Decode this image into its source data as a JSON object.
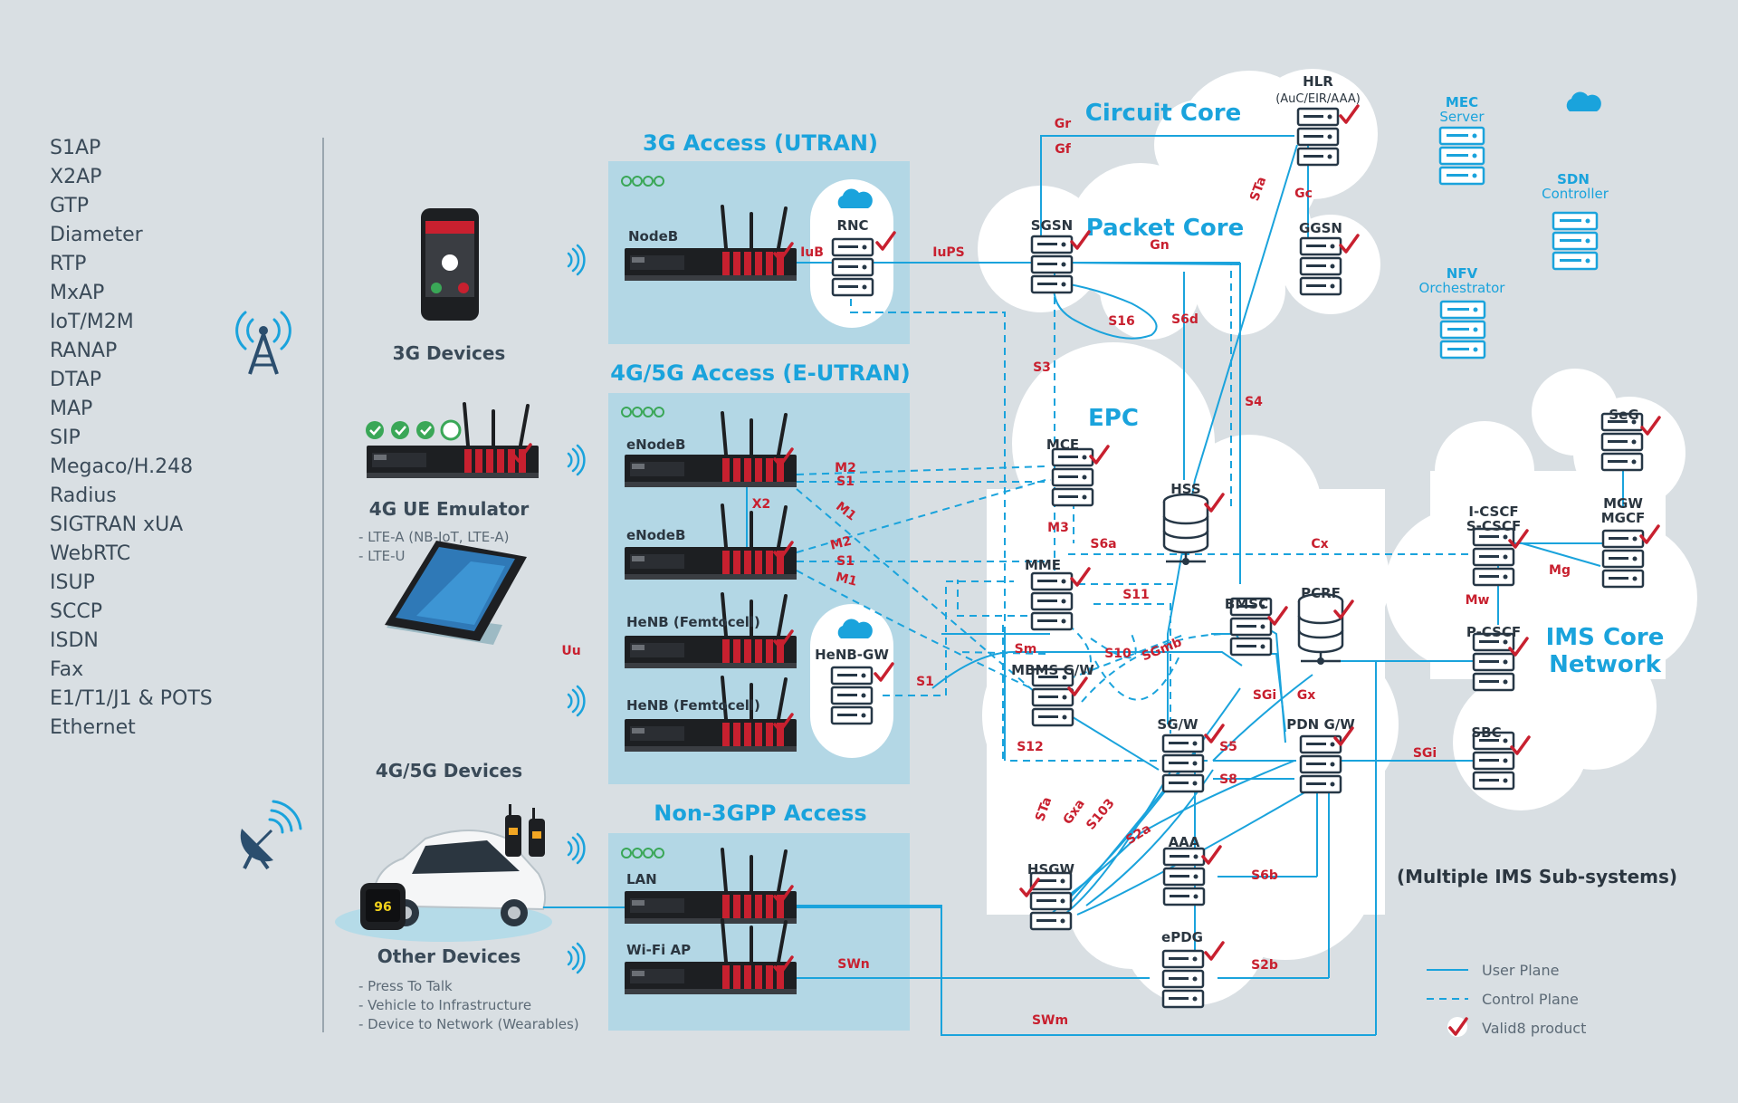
{
  "protocols": [
    "S1AP",
    "X2AP",
    "GTP",
    "Diameter",
    "RTP",
    "MxAP",
    "IoT/M2M",
    "RANAP",
    "DTAP",
    "MAP",
    "SIP",
    "Megaco/H.248",
    "Radius",
    "SIGTRAN xUA",
    "WebRTC",
    "ISUP",
    "SCCP",
    "ISDN",
    "Fax",
    "E1/T1/J1 & POTS",
    "Ethernet"
  ],
  "devices": {
    "d3g": "3G Devices",
    "emu": "4G UE Emulator",
    "emu_note1": "- LTE-A (NB-IoT, LTE-A)",
    "emu_note2": "- LTE-U",
    "d45": "4G/5G Devices",
    "other": "Other Devices",
    "other_note1": "- Press To Talk",
    "other_note2": "- Vehicle to Infrastructure",
    "other_note3": "- Device to Network (Wearables)",
    "uu": "Uu",
    "watch": "96"
  },
  "sections": {
    "access3g": "3G Access (UTRAN)",
    "access45": "4G/5G Access (E-UTRAN)",
    "non3gpp": "Non-3GPP Access",
    "circuit": "Circuit Core",
    "packet": "Packet Core",
    "epc": "EPC",
    "ims": "IMS Core",
    "ims2": "Network",
    "imsnote": "(Multiple IMS Sub-systems)"
  },
  "nodes": {
    "nodeb": "NodeB",
    "rnc": "RNC",
    "enb1": "eNodeB",
    "enb2": "eNodeB",
    "henb1": "HeNB (Femtocell)",
    "henb2": "HeNB (Femtocell)",
    "henbgw": "HeNB-GW",
    "lan": "LAN",
    "wifi": "Wi-Fi AP",
    "hlr": "HLR",
    "hlr_sub": "(AuC/EIR/AAA)",
    "sgsn": "SGSN",
    "ggsn": "GGSN",
    "mce": "MCE",
    "hss": "HSS",
    "mme": "MME",
    "mbms": "MBMS G/W",
    "bmsc": "BMSC",
    "pcrf": "PCRF",
    "sgw": "SG/W",
    "pdngw": "PDN G/W",
    "aaa": "AAA",
    "epdg": "ePDG",
    "hsgw": "HSGW",
    "icscf": "I-CSCF",
    "scscf": "S-CSCF",
    "pcscf": "P-CSCF",
    "sbc": "SBC",
    "seg": "SeG",
    "mgw": "MGW",
    "mgcf": "MGCF"
  },
  "edge_servers": {
    "mec": "MEC",
    "mec_sub": "Server",
    "sdn": "SDN",
    "sdn_sub": "Controller",
    "nfv": "NFV",
    "nfv_sub": "Orchestrator"
  },
  "interfaces": {
    "iub": "IuB",
    "iups": "IuPS",
    "gr": "Gr",
    "gf": "Gf",
    "gc": "Gc",
    "gn": "Gn",
    "sta_top": "STa",
    "s16": "S16",
    "s6d": "S6d",
    "s3": "S3",
    "s4": "S4",
    "x2": "X2",
    "m2a": "M2",
    "s1a": "S1",
    "m1a": "M1",
    "m2b": "M2",
    "s1b": "S1",
    "m1b": "M1",
    "m3": "M3",
    "s6a": "S6a",
    "cx": "Cx",
    "mg": "Mg",
    "mw": "Mw",
    "s11": "S11",
    "sm": "Sm",
    "s10": "S10",
    "sgmb": "SGmb",
    "s1c": "S1",
    "sgi1": "SGi",
    "gx": "Gx",
    "s12": "S12",
    "s5": "S5",
    "s8": "S8",
    "sgi2": "SGi",
    "sta_bot": "STa",
    "gxa": "Gxa",
    "s103": "S103",
    "s2a": "S2a",
    "s6b": "S6b",
    "s2b": "S2b",
    "swn": "SWn",
    "swm": "SWm"
  },
  "legend": {
    "user": "User Plane",
    "control": "Control Plane",
    "valid": "Valid8 product"
  },
  "colors": {
    "accent": "#1aa3dc",
    "line": "#1aa3dc",
    "check": "#c8202f",
    "node": "#263746",
    "panel": "#b3d7e5",
    "background": "#d9dfe3"
  }
}
